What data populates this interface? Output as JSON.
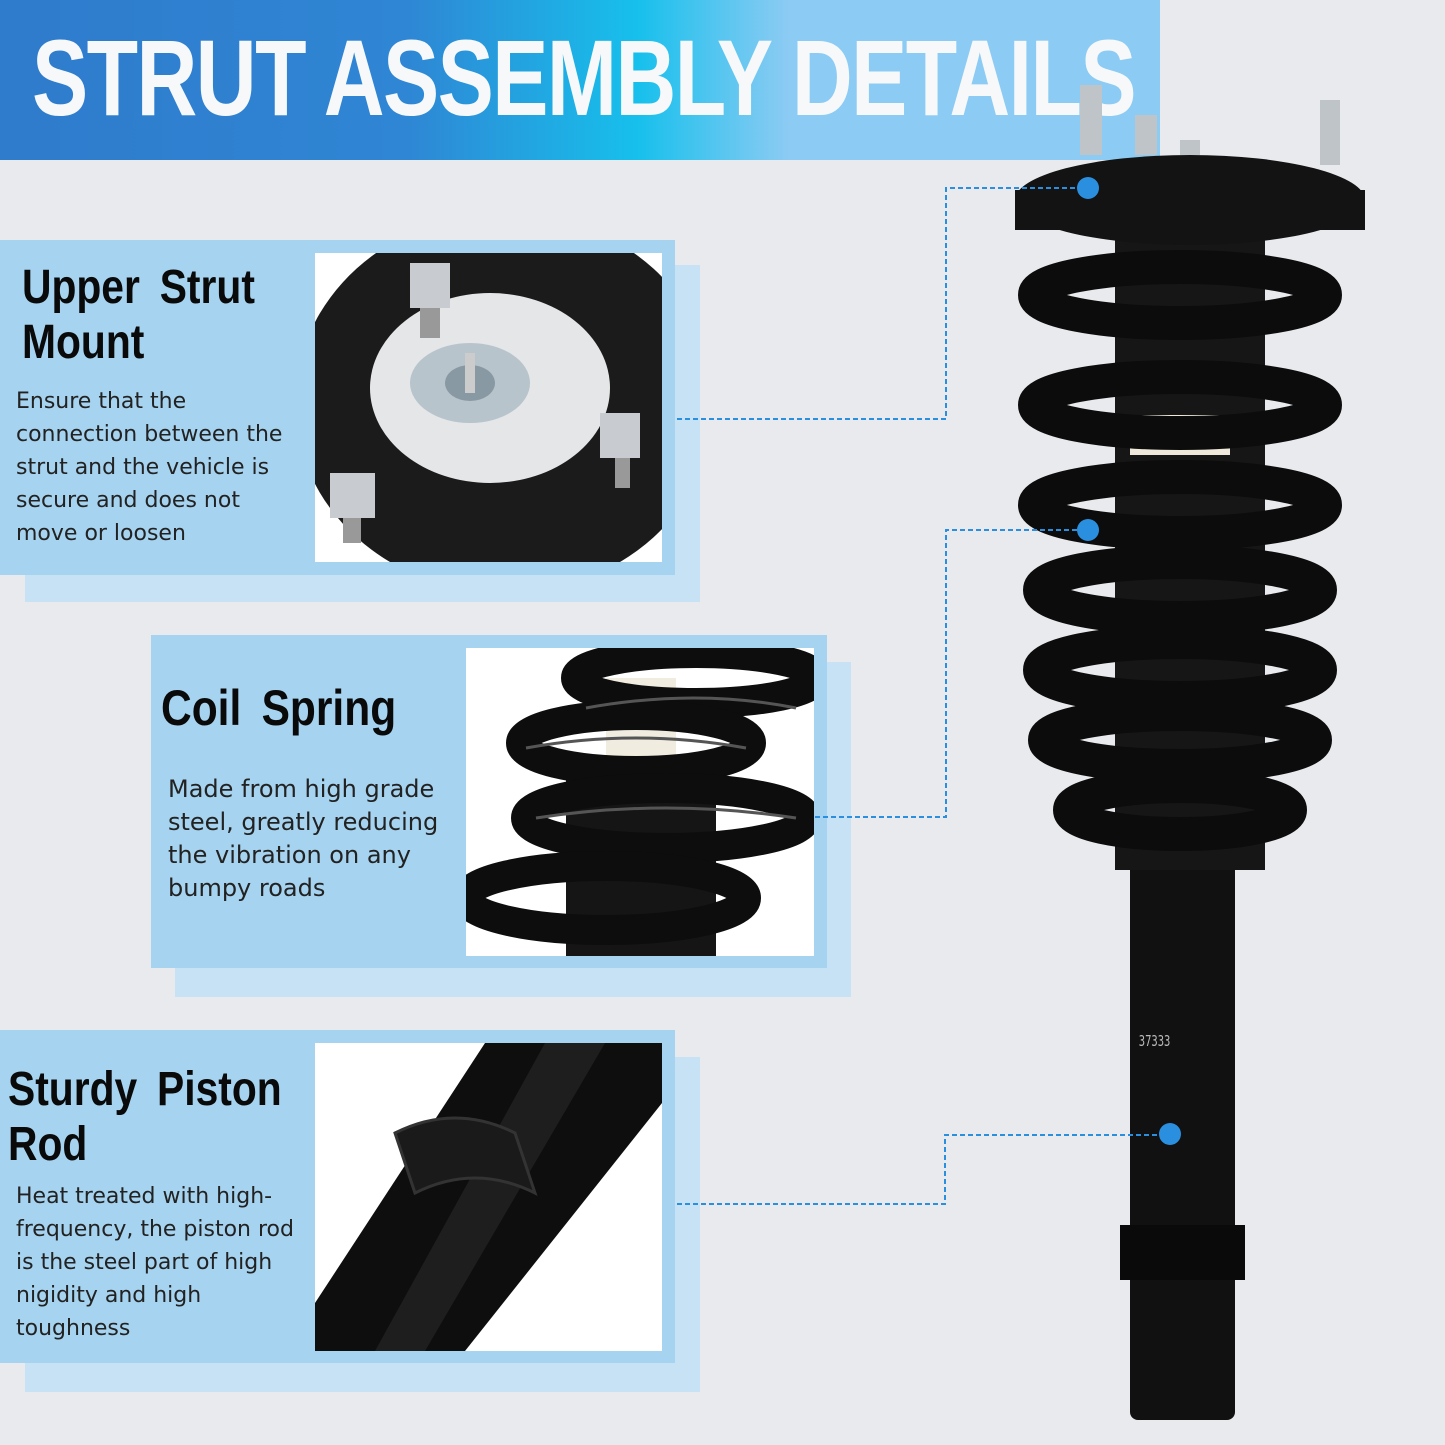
{
  "header": {
    "title": "STRUT ASSEMBLY DETAILS"
  },
  "features": [
    {
      "title_line1": "Upper  Strut",
      "title_line2": "Mount",
      "description": "Ensure that the connection between the strut and the vehicle is secure and does not move or loosen"
    },
    {
      "title_line1": "Coil  Spring",
      "title_line2": "",
      "description": "Made from high grade steel, greatly reducing the vibration on any bumpy roads"
    },
    {
      "title_line1": "Sturdy  Piston",
      "title_line2": "Rod",
      "description": "Heat treated with high-frequency, the piston rod is the steel part of high nigidity and high toughness"
    }
  ],
  "product": {
    "rod_marking": "37333"
  },
  "colors": {
    "accent": "#2b8fe0",
    "panel": "#a6d3ef",
    "panel_shadow": "#c6e2f4",
    "banner_start": "#2f7bcc",
    "banner_end": "#8ccbf3"
  }
}
